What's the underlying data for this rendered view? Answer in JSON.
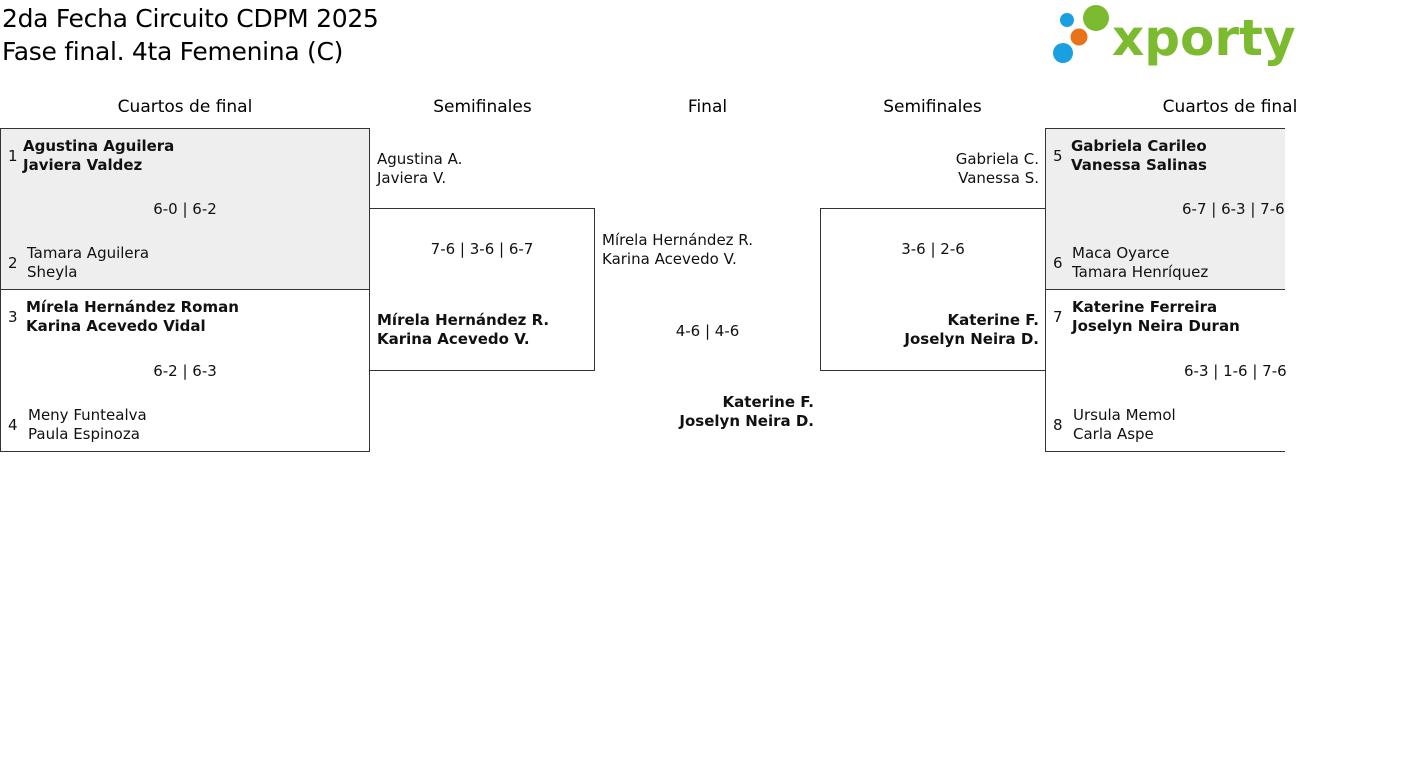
{
  "title": {
    "line1": "2da Fecha Circuito CDPM 2025",
    "line2": "Fase final. 4ta Femenina (C)"
  },
  "logo": {
    "text": "xporty",
    "colors": {
      "green": "#7cbb2f",
      "blue": "#1aa0e0",
      "orange": "#e8731a"
    }
  },
  "rounds": {
    "left_qf": "Cuartos de final",
    "left_sf": "Semifinales",
    "final": "Final",
    "right_sf": "Semifinales",
    "right_qf": "Cuartos de final"
  },
  "qf": [
    {
      "seed_a": "1",
      "a1": "Agustina Aguilera",
      "a2": "Javiera Valdez",
      "score": "6-0 | 6-2",
      "seed_b": "2",
      "b1": "Tamara Aguilera",
      "b2": "Sheyla"
    },
    {
      "seed_a": "3",
      "a1": "Mírela Hernández Roman",
      "a2": "Karina Acevedo Vidal",
      "score": "6-2 | 6-3",
      "seed_b": "4",
      "b1": "Meny Funtealva",
      "b2": "Paula Espinoza"
    },
    {
      "seed_a": "5",
      "a1": "Gabriela Carileo",
      "a2": "Vanessa Salinas",
      "score": "6-7 | 6-3 | 7-6",
      "seed_b": "6",
      "b1": "Maca Oyarce",
      "b2": "Tamara Henríquez"
    },
    {
      "seed_a": "7",
      "a1": "Katerine Ferreira",
      "a2": "Joselyn Neira Duran",
      "score": "6-3 | 1-6 | 7-6",
      "seed_b": "8",
      "b1": "Ursula Memol",
      "b2": "Carla Aspe"
    }
  ],
  "sf": [
    {
      "a1": "Agustina A.",
      "a2": "Javiera V.",
      "score": "7-6 | 3-6 | 6-7",
      "b1": "Mírela Hernández R.",
      "b2": "Karina Acevedo V."
    },
    {
      "a1": "Gabriela C.",
      "a2": "Vanessa S.",
      "score": "3-6 | 2-6",
      "b1": "Katerine F.",
      "b2": "Joselyn Neira D."
    }
  ],
  "final": {
    "a1": "Mírela Hernández R.",
    "a2": "Karina Acevedo V.",
    "score": "4-6 | 4-6",
    "b1": "Katerine F.",
    "b2": "Joselyn Neira D."
  }
}
